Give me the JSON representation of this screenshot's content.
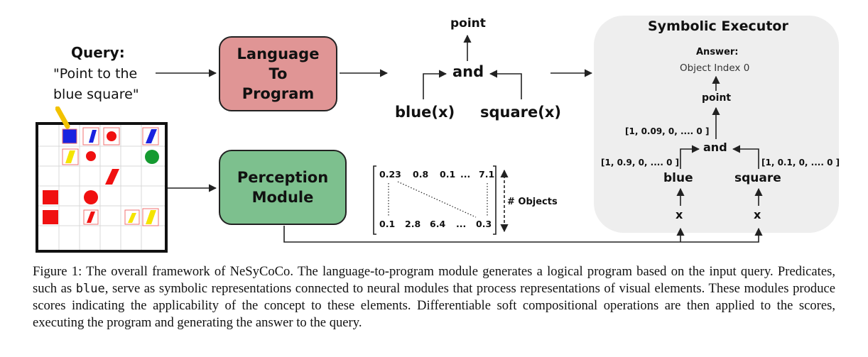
{
  "query": {
    "title": "Query:",
    "line1": "\"Point to the",
    "line2": "blue square\""
  },
  "boxes": {
    "language_to_program": [
      "Language",
      "To",
      "Program"
    ],
    "perception_module": [
      "Perception",
      "Module"
    ]
  },
  "program": {
    "point": "point",
    "and": "and",
    "blue": "blue(x)",
    "square": "square(x)"
  },
  "matrix": {
    "top_row": [
      "0.23",
      "0.8",
      "0.1",
      "...",
      "7.1"
    ],
    "bottom_row": [
      "0.1",
      "2.8",
      "6.4",
      "...",
      "0.3"
    ],
    "objects_label": "# Objects"
  },
  "executor": {
    "title": "Symbolic Executor",
    "answer_label": "Answer:",
    "answer_value": "Object Index 0",
    "point": "point",
    "point_scores": "[1, 0.09, 0, .... 0 ]",
    "and": "and",
    "blue_scores": "[1, 0.9, 0, .... 0 ]",
    "square_scores": "[1, 0.1, 0, .... 0 ]",
    "blue": "blue",
    "square": "square",
    "x_left": "x",
    "x_right": "x"
  },
  "colors": {
    "language_box": "#e09595",
    "perception_box": "#7dc08e",
    "executor_panel": "#eeeeee",
    "blue_shape": "#1a22e0",
    "red_shape": "#f01010",
    "yellow_shape": "#f5e400",
    "green_shape": "#159a30",
    "pointer": "#f2c200"
  },
  "caption": {
    "part1": "Figure 1: The overall framework of NeSyCoCo. The language-to-program module generates a logical program based on the input query. Predicates, such as ",
    "code": "blue",
    "part2": ", serve as symbolic representations connected to neural modules that process representations of visual elements. These modules produce scores indicating the applicability of the concept to these elements. Differentiable soft compositional operations are then applied to the scores, executing the program and generating the answer to the query."
  }
}
